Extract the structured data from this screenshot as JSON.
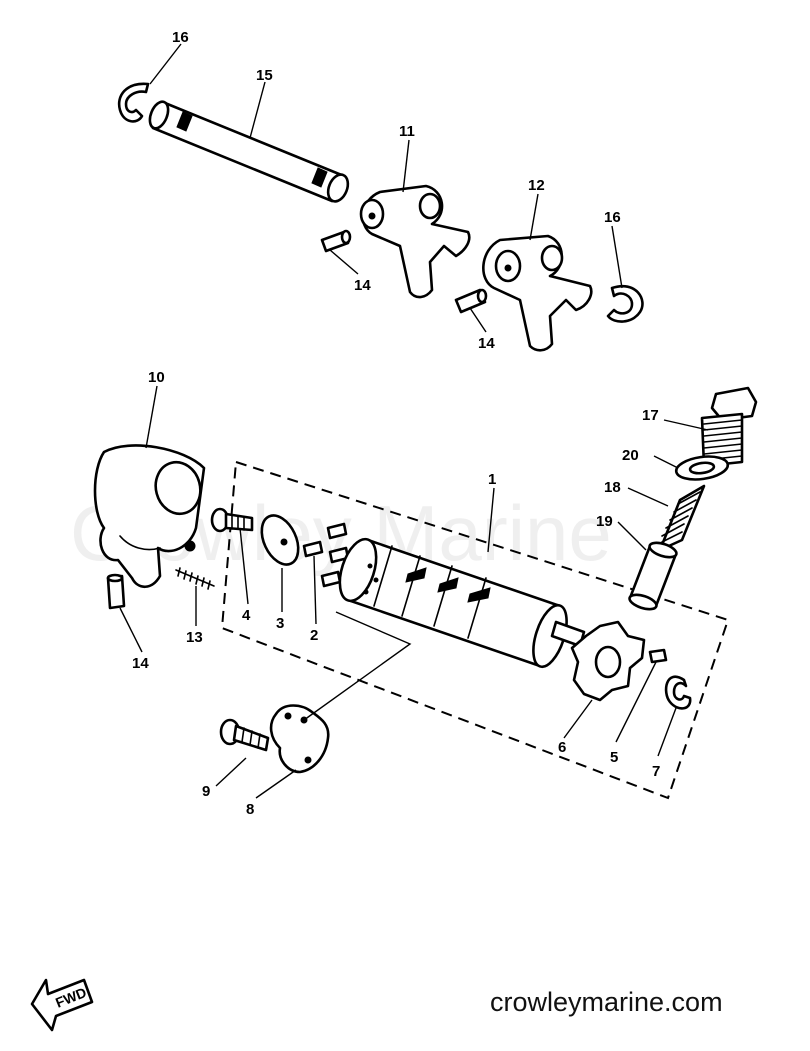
{
  "diagram": {
    "watermark": "Crowley Marine",
    "site_text": "crowleymarine.com",
    "direction_label": "FWD",
    "callouts": {
      "p1": "1",
      "p2": "2",
      "p3": "3",
      "p4": "4",
      "p5": "5",
      "p6": "6",
      "p7": "7",
      "p8": "8",
      "p9": "9",
      "p10": "10",
      "p11": "11",
      "p12": "12",
      "p13": "13",
      "p14a": "14",
      "p14b": "14",
      "p14c": "14",
      "p15": "15",
      "p16a": "16",
      "p16b": "16",
      "p17": "17",
      "p18": "18",
      "p19": "19",
      "p20": "20"
    }
  }
}
